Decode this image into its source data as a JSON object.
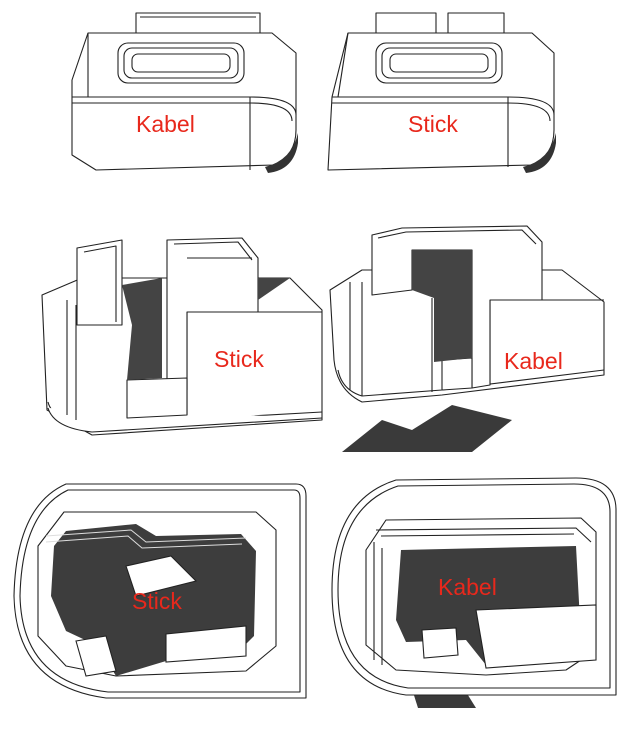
{
  "colors": {
    "label": "#e8281c",
    "line": "#222222",
    "shadow": "#3a3a3a",
    "body": "#ffffff"
  },
  "panels": [
    {
      "label": "Kabel"
    },
    {
      "label": "Stick"
    },
    {
      "label": "Stick"
    },
    {
      "label": "Kabel"
    },
    {
      "label": "Stick"
    },
    {
      "label": "Kabel"
    }
  ]
}
